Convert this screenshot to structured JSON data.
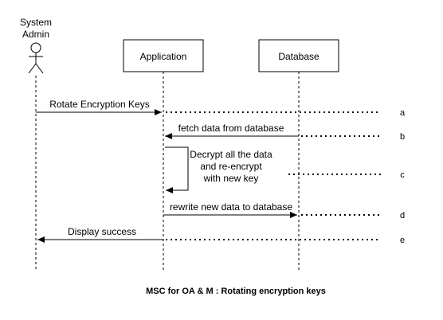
{
  "actor": {
    "line1": "System",
    "line2": "Admin"
  },
  "lifelines": {
    "application": "Application",
    "database": "Database"
  },
  "messages": {
    "rotate": "Rotate Encryption Keys",
    "fetch": "fetch data from database",
    "decrypt_line1": "Decrypt all the data",
    "decrypt_line2": "and re-encrypt",
    "decrypt_line3": "with new key",
    "rewrite": "rewrite new data to database",
    "display": "Display success"
  },
  "markers": {
    "a": "a",
    "b": "b",
    "c": "c",
    "d": "d",
    "e": "e"
  },
  "caption": "MSC for OA & M : Rotating encryption keys",
  "colors": {
    "stroke": "#000000",
    "background": "#ffffff"
  }
}
